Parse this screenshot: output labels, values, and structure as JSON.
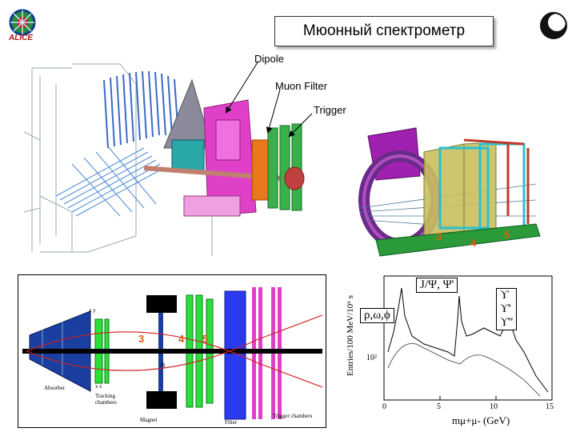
{
  "title": "Мюонный спектрометр",
  "logo_left": "ALICE",
  "callouts": {
    "dipole": "Dipole",
    "muon_filter": "Muon Filter",
    "trigger": "Trigger"
  },
  "render_numbers": [
    "3",
    "4",
    "5"
  ],
  "schematic": {
    "absorber": "Absorber",
    "tracking": "Tracking chambers",
    "magnet": "Magnet",
    "filter": "Filter",
    "trigger_chambers": "Trigger chambers",
    "axis_y": "x y",
    "axis_z": "x z",
    "field": "B",
    "numbers": [
      "3",
      "4",
      "5"
    ]
  },
  "spectrum": {
    "ylabel": "Entries/100 MeV/10⁶ s",
    "xlabel": "mμ+μ- (GeV)",
    "peak_jpsi": "J/Ψ, Ψ'",
    "peak_rho": "ρ,ω,ϕ",
    "peak_upsilon": [
      "ϒ",
      "ϒ'",
      "ϒ''"
    ],
    "ytick": "10²",
    "xticks": [
      "0",
      "5",
      "10",
      "15"
    ]
  },
  "colors": {
    "magnet_pink": "#e040c8",
    "trigger_green": "#2a9a3a",
    "absorber_blue": "#1a3fa0",
    "filter_blue": "#2a3aee"
  }
}
